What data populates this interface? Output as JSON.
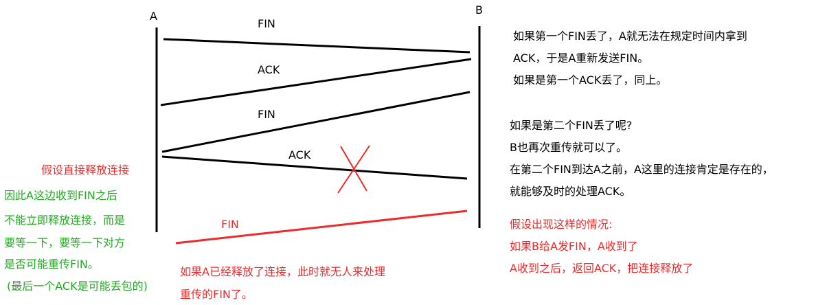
{
  "endpoints": {
    "a": "A",
    "b": "B"
  },
  "messages": [
    {
      "label": "FIN",
      "color": "#000000",
      "lost": false
    },
    {
      "label": "ACK",
      "color": "#000000",
      "lost": false
    },
    {
      "label": "FIN",
      "color": "#000000",
      "lost": false
    },
    {
      "label": "ACK",
      "color": "#000000",
      "lost": true
    },
    {
      "label": "FIN",
      "color": "#ee2a2a",
      "lost": false
    }
  ],
  "lost_marker_color": "#ee2a2a",
  "notes_right_top": [
    "如果第一个FIN丢了，A就无法在规定时间内拿到",
    "ACK，于是A重新发送FIN。",
    "如果是第一个ACK丢了，同上。"
  ],
  "notes_right_middle": [
    "如果是第二个FIN丢了呢?",
    "B也再次重传就可以了。",
    "在第二个FIN到达A之前，A这里的连接肯定是存在的，",
    "就能够及时的处理ACK。"
  ],
  "notes_right_bottom": [
    "假设出现这样的情况:",
    "如果B给A发FIN，A收到了",
    "A收到之后，返回ACK，把连接释放了"
  ],
  "note_left_red": "假设直接释放连接",
  "notes_left_green": [
    "因此A这边收到FIN之后",
    "不能立即释放连接，而是",
    "要等一下，要等一下对方",
    "是否可能重传FIN。",
    "(最后一个ACK是可能丢包的)"
  ],
  "notes_bottom_center": [
    "如果A已经释放了连接，此时就无人来处理",
    "重传的FIN了。"
  ],
  "colors": {
    "text": "#000000",
    "red": "#ee2a2a",
    "green": "#22aa22"
  }
}
